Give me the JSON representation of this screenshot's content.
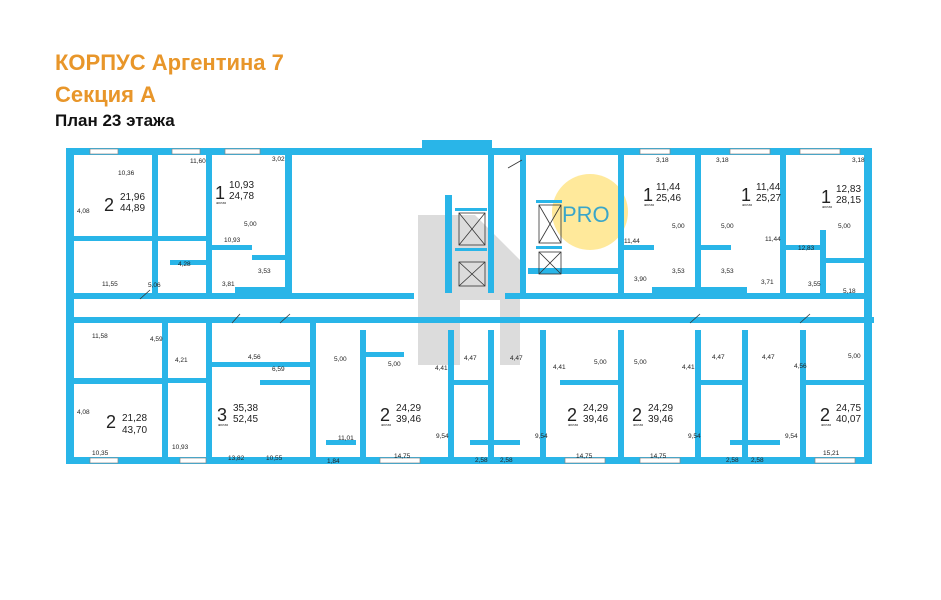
{
  "header": {
    "line1": "КОРПУС Аргентина 7",
    "line2": "Секция А",
    "line3": "План 23 этажа"
  },
  "watermark": {
    "text": "PRO"
  },
  "colors": {
    "wall": "#29b5e8",
    "title": "#e8962a",
    "watermark_circle": "#ffe27a",
    "watermark_logo": "#c5c5c5"
  },
  "apartments": [
    {
      "rooms": "2",
      "living": "21,96",
      "total": "44,89",
      "small": ""
    },
    {
      "rooms": "1",
      "living": "10,93",
      "total": "24,78",
      "small": "жилая"
    },
    {
      "rooms": "1",
      "living": "11,44",
      "total": "25,46",
      "small": "жилая"
    },
    {
      "rooms": "1",
      "living": "11,44",
      "total": "25,27",
      "small": "жилая"
    },
    {
      "rooms": "1",
      "living": "12,83",
      "total": "28,15",
      "small": "жилая"
    },
    {
      "rooms": "2",
      "living": "21,28",
      "total": "43,70",
      "small": ""
    },
    {
      "rooms": "3",
      "living": "35,38",
      "total": "52,45",
      "small": "жилая"
    },
    {
      "rooms": "2",
      "living": "24,29",
      "total": "39,46",
      "small": "жилая"
    },
    {
      "rooms": "2",
      "living": "24,29",
      "total": "39,46",
      "small": "жилая"
    },
    {
      "rooms": "2",
      "living": "24,29",
      "total": "39,46",
      "small": "жилая"
    },
    {
      "rooms": "2",
      "living": "24,75",
      "total": "40,07",
      "small": "жилая"
    }
  ],
  "room_labels": [
    "10,36",
    "11,60",
    "3,02",
    "3,18",
    "3,18",
    "3,18",
    "4,08",
    "5,00",
    "10,93",
    "4,28",
    "11,55",
    "5,06",
    "3,81",
    "3,53",
    "11,44",
    "5,00",
    "5,00",
    "11,44",
    "5,00",
    "12,83",
    "3,90",
    "3,53",
    "3,53",
    "3,71",
    "3,55",
    "5,18",
    "11,58",
    "4,59",
    "4,21",
    "4,56",
    "6,59",
    "5,00",
    "5,00",
    "4,41",
    "4,47",
    "4,47",
    "4,41",
    "5,00",
    "5,00",
    "4,41",
    "4,47",
    "4,47",
    "4,56",
    "5,00",
    "4,08",
    "10,35",
    "10,93",
    "13,82",
    "10,55",
    "11,01",
    "1,84",
    "14,75",
    "9,54",
    "2,58",
    "2,58",
    "9,54",
    "14,75",
    "14,75",
    "9,54",
    "2,58",
    "2,58",
    "9,54",
    "15,21"
  ]
}
